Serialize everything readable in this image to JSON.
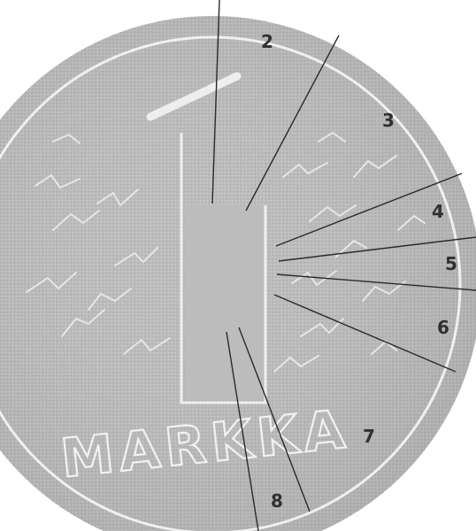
{
  "figure": {
    "coin_inscription": "MARKKA",
    "colors": {
      "coin_fill": "#bdbdbd",
      "coin_rim": "#f0f0f0",
      "leader_lines": "#2a2a2a",
      "labels": "#303030"
    }
  },
  "callouts": [
    {
      "label": "2"
    },
    {
      "label": "3"
    },
    {
      "label": "4"
    },
    {
      "label": "5"
    },
    {
      "label": "6"
    },
    {
      "label": "7"
    },
    {
      "label": "8"
    }
  ]
}
